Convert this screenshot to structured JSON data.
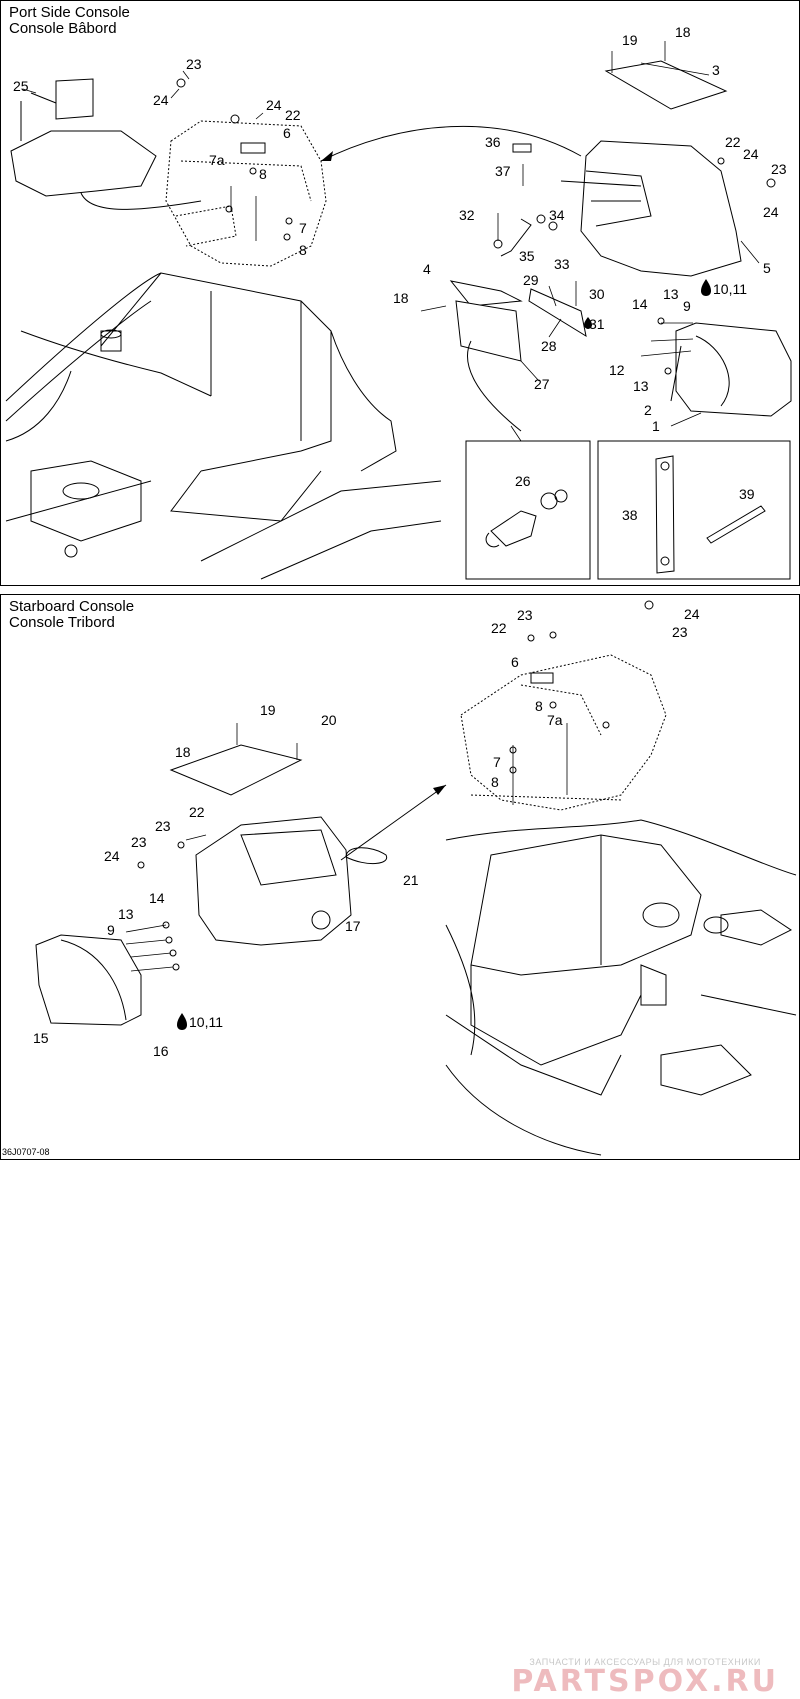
{
  "panels": {
    "port": {
      "title_en": "Port Side Console",
      "title_fr": "Console Bâbord",
      "callouts": [
        "1",
        "2",
        "3",
        "4",
        "5",
        "6",
        "7",
        "7a",
        "8",
        "9",
        "10,11",
        "12",
        "13",
        "14",
        "18",
        "19",
        "22",
        "23",
        "24",
        "25",
        "26",
        "27",
        "28",
        "29",
        "30",
        "31",
        "32",
        "33",
        "34",
        "35",
        "36",
        "37",
        "38",
        "39"
      ]
    },
    "starboard": {
      "title_en": "Starboard Console",
      "title_fr": "Console Tribord",
      "callouts": [
        "6",
        "7",
        "7a",
        "8",
        "9",
        "10,11",
        "13",
        "14",
        "15",
        "16",
        "17",
        "18",
        "19",
        "20",
        "21",
        "22",
        "23",
        "24"
      ]
    }
  },
  "figure_id": "36J0707-08",
  "watermark": {
    "caption": "ЗАПЧАСТИ И АКСЕССУАРЫ ДЛЯ МОТОТЕХНИКИ",
    "logo": "PARTSPOX.RU"
  },
  "icons": {
    "adhesive": "drop-icon"
  }
}
